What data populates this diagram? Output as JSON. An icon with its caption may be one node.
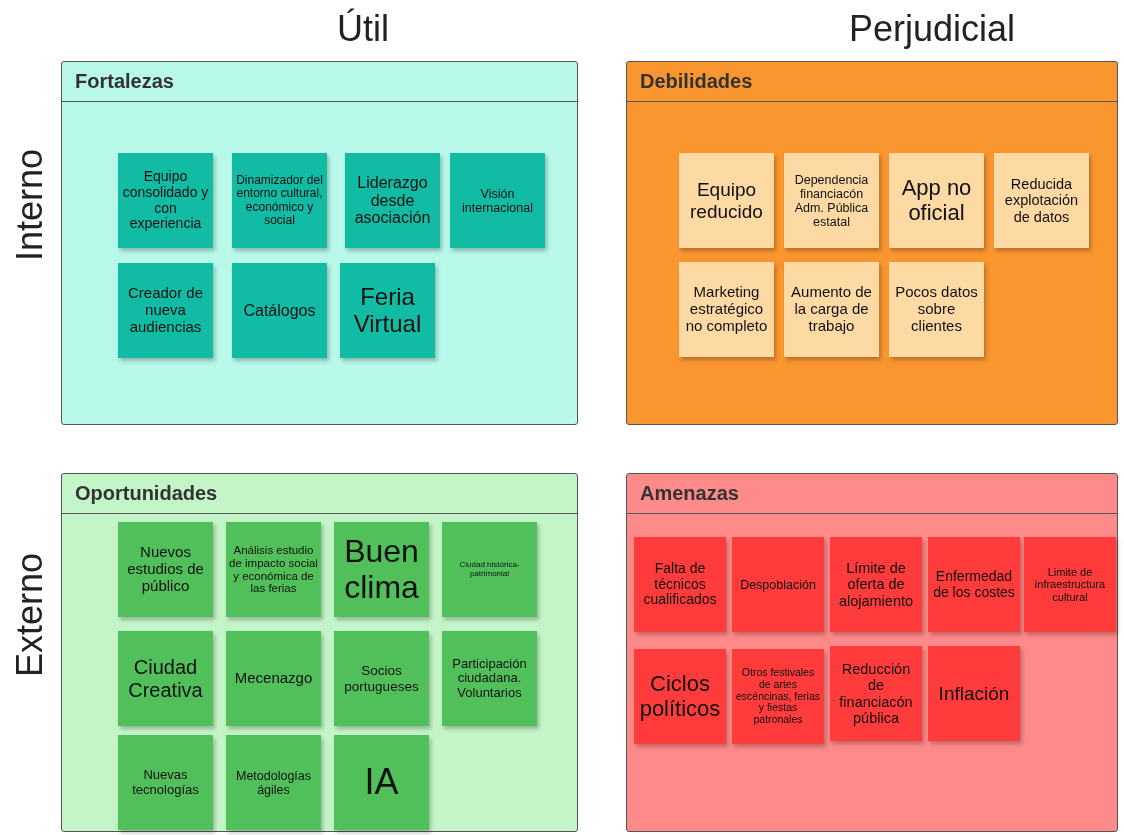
{
  "diagram": {
    "nodes": [
      {
        "text": [
          "Fortalezas"
        ]
      },
      {
        "text": [
          "Equipo consolidado y con experiencia"
        ],
        "in": 0
      },
      {
        "text": [
          "Dinamizador del entorno cultural, económico y social"
        ],
        "in": 0
      },
      {
        "text": [
          "Liderazgo desde asociación"
        ],
        "in": 0
      },
      {
        "text": [
          "Visión internacional"
        ],
        "in": 0
      },
      {
        "text": [
          "Creador de nueva audiencias"
        ],
        "in": 0
      },
      {
        "text": [
          "Catálogos"
        ],
        "in": 0
      },
      {
        "text": [
          "Feria Virtual"
        ],
        "in": 0
      },
      {
        "text": [
          "Debilidades"
        ]
      },
      {
        "text": [
          "Equipo reducido"
        ],
        "in": 8
      },
      {
        "text": [
          "Dependencia financiacón Adm. Pública estatal"
        ],
        "in": 8
      },
      {
        "text": [
          "App no oficial"
        ],
        "in": 8
      },
      {
        "text": [
          "Reducida explotación de datos"
        ],
        "in": 8
      },
      {
        "text": [
          "Marketing estratégico no completo"
        ],
        "in": 8
      },
      {
        "text": [
          "Aumento de la carga de trabajo"
        ],
        "in": 8
      },
      {
        "text": [
          "Pocos datos sobre clientes"
        ],
        "in": 8
      },
      {
        "text": [
          "Oportunidades"
        ]
      },
      {
        "text": [
          "Nuevos estudios de público"
        ],
        "in": 16
      },
      {
        "text": [
          "Análisis estudio de impacto social y económica de las ferias"
        ],
        "in": 16
      },
      {
        "text": [
          "Buen clima"
        ],
        "in": 16
      },
      {
        "text": [
          "Ciudad histórica-patrimonial"
        ],
        "in": 16
      },
      {
        "text": [
          "Ciudad Creativa"
        ],
        "in": 16
      },
      {
        "text": [
          "Mecenazgo"
        ],
        "in": 16
      },
      {
        "text": [
          "Socios portugueses"
        ],
        "in": 16
      },
      {
        "text": [
          "Participación ciudadana. Voluntarios"
        ],
        "in": 16
      },
      {
        "text": [
          "Nuevas tecnologías"
        ],
        "in": 16
      },
      {
        "text": [
          "Metodologías ágiles"
        ],
        "in": 16
      },
      {
        "text": [
          "IA"
        ],
        "in": 16
      },
      {
        "text": [
          "Amenazas"
        ]
      },
      {
        "text": [
          "Falta de técnicos cualificados"
        ],
        "in": 28
      },
      {
        "text": [
          "Despoblación"
        ],
        "in": 28
      },
      {
        "text": [
          "Límite de oferta de alojamiento"
        ],
        "in": 28
      },
      {
        "text": [
          "Enfermedad de los costes"
        ],
        "in": 28
      },
      {
        "text": [
          "Limite de infraestructura cultural"
        ],
        "in": 28
      },
      {
        "text": [
          "Ciclos políticos"
        ],
        "in": 28
      },
      {
        "text": [
          "Otros festivales de artes escéncinas, ferias y fiestas patronales"
        ],
        "in": 28
      },
      {
        "text": [
          "Reducción de financiacón pública"
        ],
        "in": 28
      },
      {
        "text": [
          "Inflación"
        ],
        "in": 28
      }
    ],
    "labels": [
      "Útil",
      "Perjudicial",
      "Interno",
      "Externo"
    ]
  }
}
